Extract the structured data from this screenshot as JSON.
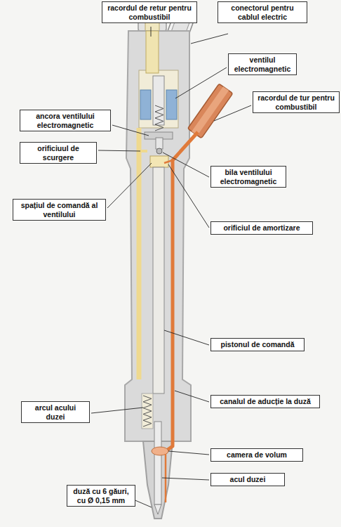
{
  "diagram": {
    "nodes": [
      {
        "text": [
          "racordul de retur pentru combustibil"
        ]
      },
      {
        "text": [
          "conectorul pentru cablul electric"
        ]
      },
      {
        "text": [
          "ventilul electromagnetic"
        ]
      },
      {
        "text": [
          "racordul de tur pentru combustibil"
        ]
      },
      {
        "text": [
          "ancora ventilului electromagnetic"
        ]
      },
      {
        "text": [
          "orificiuul de scurgere"
        ]
      },
      {
        "text": [
          "bila ventilului electromagnetic"
        ]
      },
      {
        "text": [
          "spațiul de comandă al ventilului"
        ]
      },
      {
        "text": [
          "orificiul de amortizare"
        ]
      },
      {
        "text": [
          "pistonul de comandă"
        ]
      },
      {
        "text": [
          "canalul de aducție la duză"
        ]
      },
      {
        "text": [
          "arcul acului duzei"
        ]
      },
      {
        "text": [
          "camera de volum"
        ]
      },
      {
        "text": [
          "acul duzei"
        ]
      },
      {
        "text": [
          "duză cu 6 găuri, cu Ø 0,15 mm"
        ]
      }
    ]
  }
}
